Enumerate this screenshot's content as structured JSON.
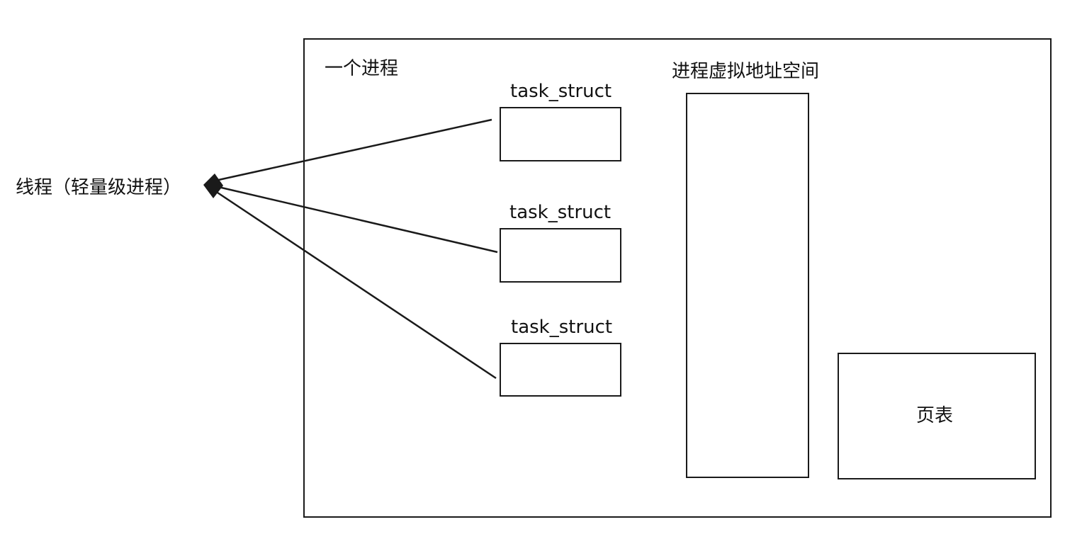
{
  "thread_label": "线程（轻量级进程）",
  "process": {
    "label": "一个进程",
    "tasks": [
      {
        "label": "task_struct"
      },
      {
        "label": "task_struct"
      },
      {
        "label": "task_struct"
      }
    ],
    "address_space_label": "进程虚拟地址空间",
    "page_table_label": "页表"
  },
  "colors": {
    "stroke": "#1a1a1a",
    "background": "#ffffff"
  }
}
